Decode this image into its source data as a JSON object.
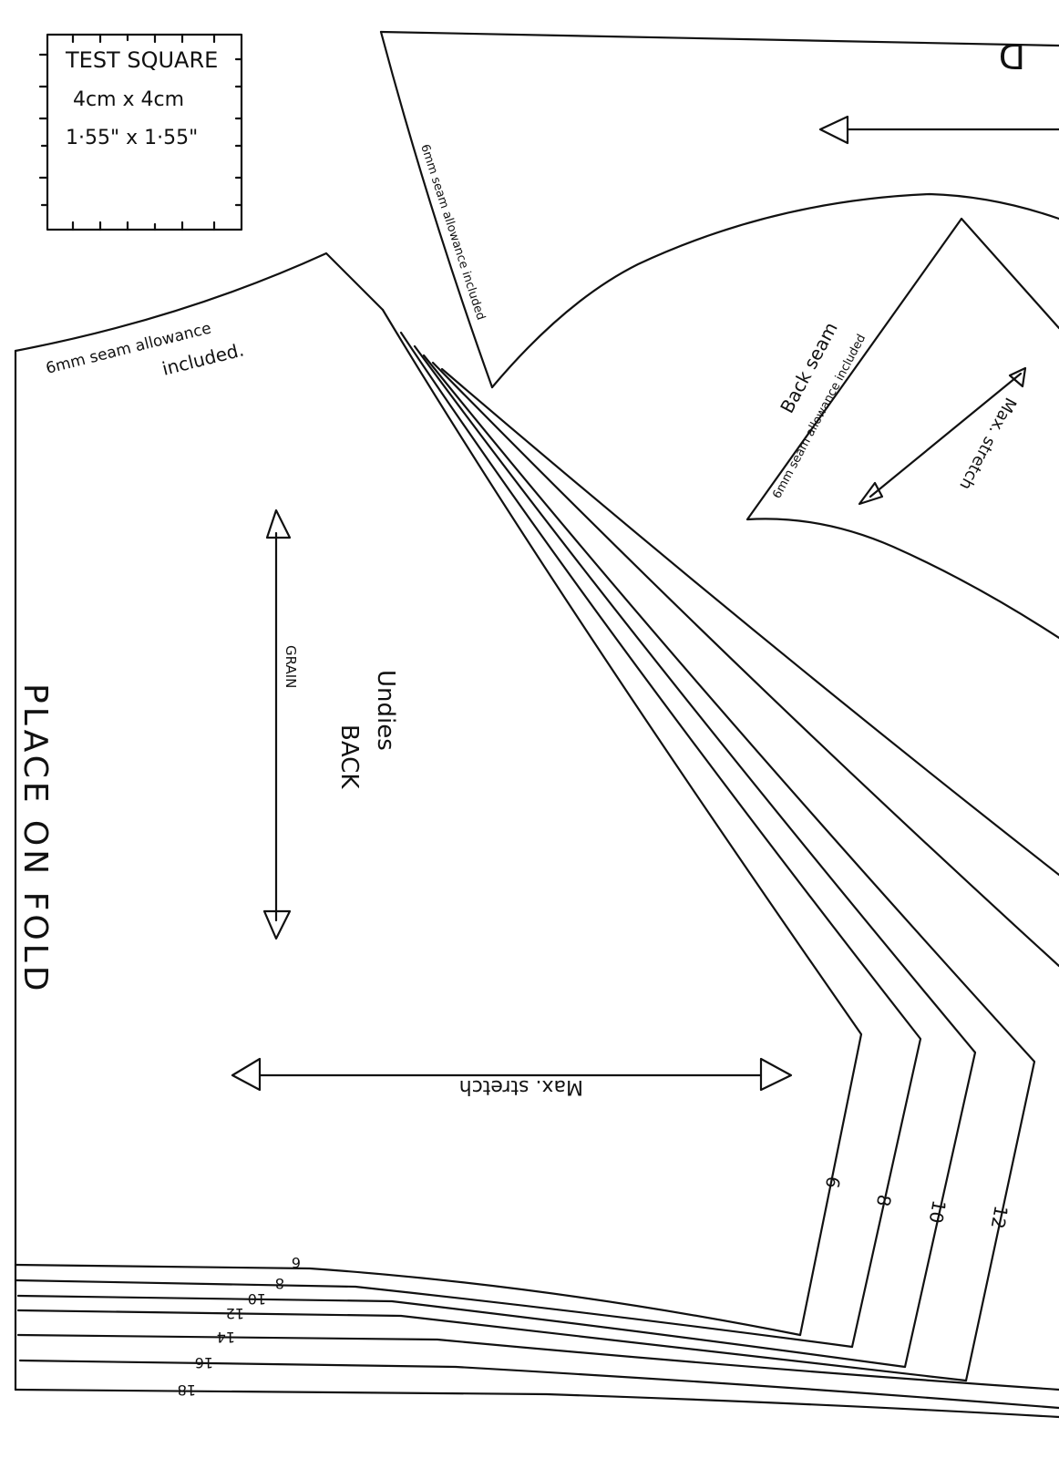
{
  "test_square": {
    "title": "TEST SQUARE",
    "metric": "4cm x 4cm",
    "imperial": "1·55\" x 1·55\""
  },
  "back_piece": {
    "seam_note_line1": "6mm seam allowance",
    "seam_note_line2": "included.",
    "grain_label": "GRAIN",
    "name_line1": "Undies",
    "name_line2": "BACK",
    "fold_label": "PLACE ON FOLD",
    "stretch_label": "Max. stretch",
    "leg_sizes": [
      "6",
      "8",
      "10",
      "12",
      "14",
      "16",
      "18"
    ],
    "side_sizes": [
      "6",
      "8",
      "10",
      "12"
    ]
  },
  "top_piece": {
    "seam_note": "6mm seam allowance included",
    "corner_mark": "D"
  },
  "gusset_piece": {
    "seam_label": "Back seam",
    "seam_note": "6mm seam allowance included",
    "stretch_label": "Max. stretch"
  }
}
